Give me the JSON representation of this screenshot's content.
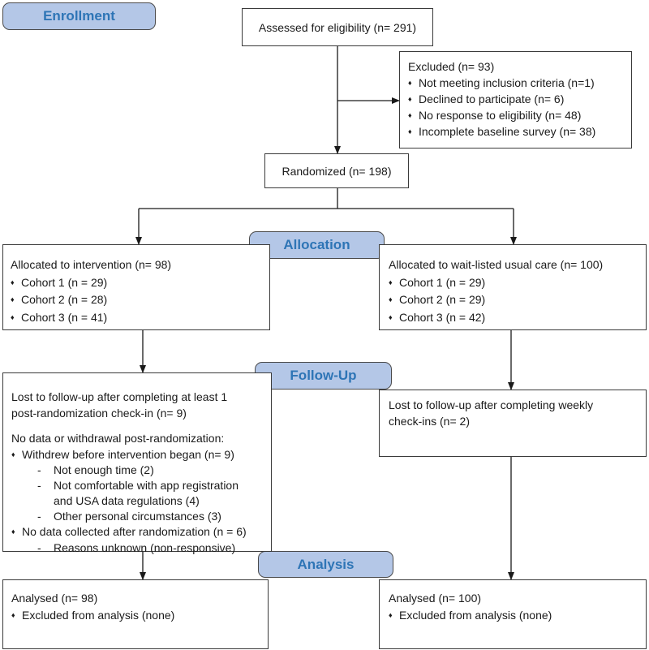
{
  "stages": {
    "enrollment": "Enrollment",
    "allocation": "Allocation",
    "follow_up": "Follow-Up",
    "analysis": "Analysis"
  },
  "assessed": {
    "text": "Assessed for eligibility (n= 291)"
  },
  "excluded": {
    "title": "Excluded (n= 93)",
    "items": [
      "Not meeting inclusion criteria (n=1)",
      "Declined to participate (n= 6)",
      "No response to eligibility (n= 48)",
      "Incomplete baseline survey (n= 38)"
    ]
  },
  "randomized": {
    "text": "Randomized (n= 198)"
  },
  "allocation": {
    "intervention": {
      "title": "Allocated to intervention (n= 98)",
      "cohorts": [
        "Cohort 1 (n = 29)",
        "Cohort 2 (n = 28)",
        "Cohort 3 (n = 41)"
      ]
    },
    "waitlist": {
      "title": "Allocated to wait-listed usual care (n= 100)",
      "cohorts": [
        "Cohort 1 (n = 29)",
        "Cohort 2 (n = 29)",
        "Cohort 3 (n = 42)"
      ]
    }
  },
  "follow_up": {
    "intervention": {
      "lost_line1": "Lost to follow-up after completing at least 1",
      "lost_line2": "post-randomization check-in (n= 9)",
      "no_data_heading": "No data or withdrawal post-randomization:",
      "withdrew": "Withdrew before intervention began (n= 9)",
      "withdrew_reasons": [
        "Not enough time (2)",
        "Not comfortable with app registration and USA data regulations (4)",
        "Other personal circumstances (3)"
      ],
      "no_data": "No data collected after randomization (n = 6)",
      "no_data_reason": "Reasons unknown (non-responsive)"
    },
    "waitlist": {
      "lost_line1": "Lost to follow-up after completing weekly",
      "lost_line2": "check-ins (n= 2)"
    }
  },
  "analysis": {
    "intervention": {
      "title": "Analysed (n= 98)",
      "excluded": "Excluded from analysis (none)"
    },
    "waitlist": {
      "title": "Analysed (n= 100)",
      "excluded": "Excluded from analysis (none)"
    }
  }
}
